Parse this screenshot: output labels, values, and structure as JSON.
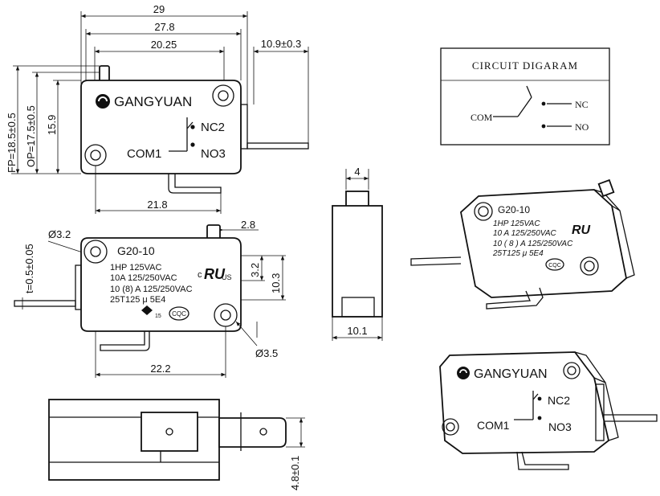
{
  "dimensions": {
    "w29": "29",
    "w27_8": "27.8",
    "w20_25": "20.25",
    "h10_9": "10.9±0.3",
    "fp": "FP=18.5±0.5",
    "op": "OP=17.5±0.5",
    "h15_9": "15.9",
    "w21_8": "21.8",
    "t": "t=0.5±0.05",
    "d3_2": "Ø3.2",
    "w2_8": "2.8",
    "h3_2": "3.2",
    "h10_3": "10.3",
    "d3_5": "Ø3.5",
    "w22_2": "22.2",
    "w4": "4",
    "w10_1": "10.1",
    "h4_8": "4.8±0.1"
  },
  "top_view": {
    "brand": "GANGYUAN",
    "nc2": "NC2",
    "com1": "COM1",
    "no3": "NO3"
  },
  "label_view": {
    "model": "G20-10",
    "rating1": "1HP 125VAC",
    "rating2": "10A 125/250VAC",
    "rating3": "10 (8) A 125/250VAC",
    "rating4": "25T125 μ 5E4",
    "ul_c": "c",
    "ul_us": "US",
    "ul_mark": "RU",
    "cqc": "CQC",
    "cqc_num": "15"
  },
  "iso_label": {
    "model": "G20-10",
    "rating1": "1HP 125VAC",
    "rating2": "10 A 125/250VAC",
    "rating3": "10 ( 8 ) A 125/250VAC",
    "rating4": "25T125 μ 5E4"
  },
  "iso_brand": {
    "brand": "GANGYUAN",
    "nc2": "NC2",
    "com1": "COM1",
    "no3": "NO3"
  },
  "circuit": {
    "title": "CIRCUIT DIGARAM",
    "com": "COM",
    "nc": "NC",
    "no": "NO"
  }
}
